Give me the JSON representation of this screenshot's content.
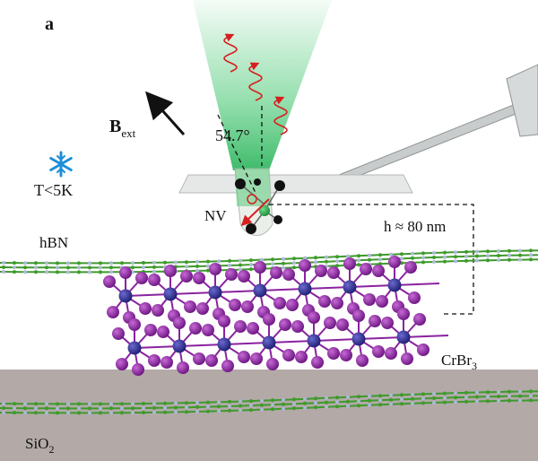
{
  "panel_label": "a",
  "labels": {
    "temperature": "T<5K",
    "field_main": "B",
    "field_sub": "ext",
    "angle": "54.7°",
    "nv": "NV",
    "distance": "h ≈ 80 nm",
    "hbn": "hBN",
    "crbr_main": "CrBr",
    "crbr_sub": "3",
    "sio_main": "SiO",
    "sio_sub": "2"
  },
  "icons": {
    "temperature": "snowflake-icon"
  },
  "colors": {
    "laser_green": "#3cc46a",
    "microwave_red": "#d62020",
    "hbn_green": "#3e9a2c",
    "hbn_blue_atom": "#aeb6d8",
    "cr_atom": "#2b2a8c",
    "br_atom": "#8a22a0",
    "substrate": "#b3a9a7",
    "snowflake": "#1f8fd6",
    "cantilever": "#c9cccc"
  }
}
